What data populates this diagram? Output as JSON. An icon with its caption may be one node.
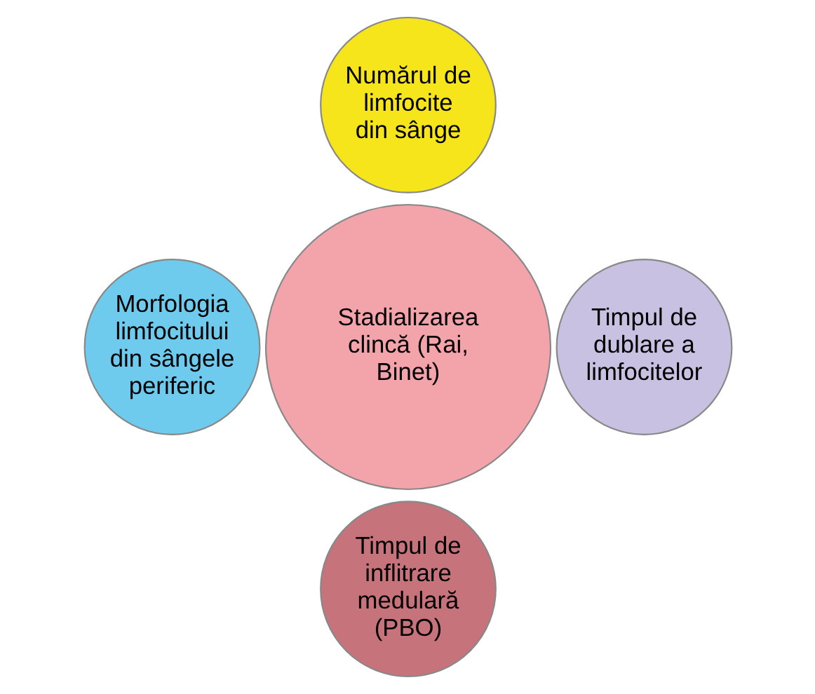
{
  "diagram": {
    "nodes": [
      {
        "text": [
          "Numărul de limfocite din sânge"
        ]
      },
      {
        "text": [
          "Morfologia limfocitului din sângele periferic"
        ]
      },
      {
        "text": [
          "Stadializarea clincă (Rai, Binet)"
        ]
      },
      {
        "text": [
          "Timpul de dublare a limfocitelor"
        ]
      },
      {
        "text": [
          "Timpul de inflitrare medulară (PBO)"
        ]
      }
    ]
  }
}
